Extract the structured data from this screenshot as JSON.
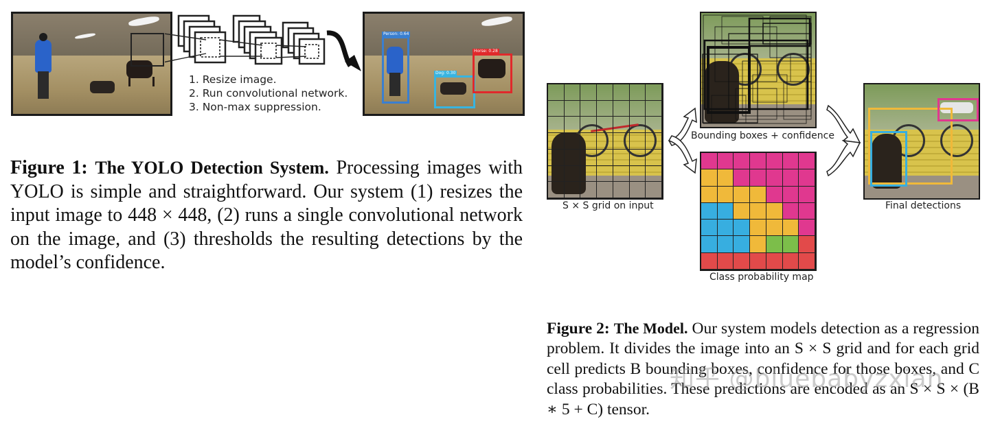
{
  "figure1": {
    "steps": [
      "1. Resize image.",
      "2. Run convolutional network.",
      "3. Non-max suppression."
    ],
    "detections": [
      {
        "label": "Person: 0.64",
        "color": "#3a7fd0"
      },
      {
        "label": "Dog: 0.30",
        "color": "#38b4e0"
      },
      {
        "label": "Horse: 0.28",
        "color": "#e0292b"
      }
    ],
    "caption": {
      "label": "Figure 1:",
      "title": "The YOLO Detection System.",
      "text": "Processing images with YOLO is simple and straightforward. Our system (1) resizes the input image to 448 × 448, (2) runs a single convolutional network on the image, and (3) thresholds the resulting detections by the model’s confidence."
    }
  },
  "figure2": {
    "panel_labels": {
      "input": "S × S grid on input",
      "boxes": "Bounding boxes + confidence",
      "probs": "Class probability map",
      "final": "Final detections"
    },
    "class_colors": {
      "pink": "#e0388f",
      "yellow": "#f0b93a",
      "blue": "#37aee0",
      "green": "#7cbe4a",
      "red": "#e24a4a"
    },
    "class_map": [
      [
        "pink",
        "pink",
        "pink",
        "pink",
        "pink",
        "pink",
        "pink"
      ],
      [
        "yellow",
        "yellow",
        "pink",
        "pink",
        "pink",
        "pink",
        "pink"
      ],
      [
        "yellow",
        "yellow",
        "yellow",
        "yellow",
        "pink",
        "pink",
        "pink"
      ],
      [
        "blue",
        "blue",
        "yellow",
        "yellow",
        "yellow",
        "pink",
        "pink"
      ],
      [
        "blue",
        "blue",
        "blue",
        "yellow",
        "yellow",
        "yellow",
        "pink"
      ],
      [
        "blue",
        "blue",
        "blue",
        "yellow",
        "green",
        "green",
        "red"
      ],
      [
        "red",
        "red",
        "red",
        "red",
        "red",
        "red",
        "red"
      ]
    ],
    "caption": {
      "label": "Figure 2:",
      "title": "The Model.",
      "text": "Our system models detection as a regression problem. It divides the image into an S × S grid and for each grid cell predicts B bounding boxes, confidence for those boxes, and C class probabilities. These predictions are encoded as an S × S × (B ∗ 5 + C) tensor."
    }
  },
  "watermark": "知乎 @bluebabyzxian"
}
